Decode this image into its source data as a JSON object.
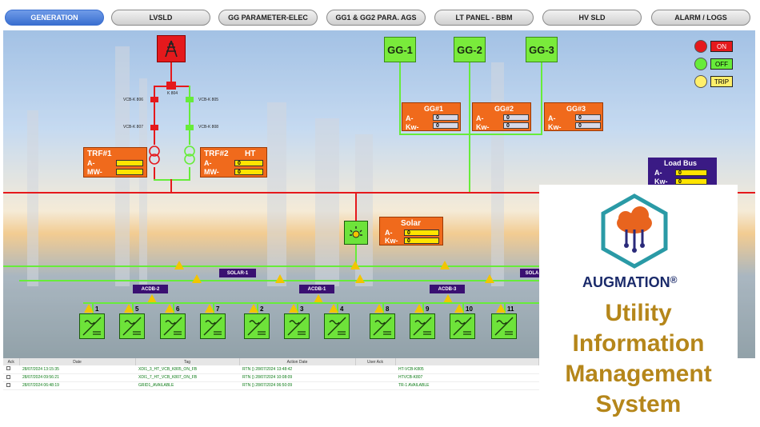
{
  "tabs": [
    "GENERATION",
    "LVSLD",
    "GG PARAMETER-ELEC",
    "GG1 & GG2 PARA. AGS",
    "LT PANEL - BBM",
    "HV SLD",
    "ALARM / LOGS"
  ],
  "legend": [
    {
      "label": "ON",
      "color": "#e5191c"
    },
    {
      "label": "OFF",
      "color": "#67ec3a"
    },
    {
      "label": "TRIP",
      "color": "#ffef6b"
    }
  ],
  "breakers": {
    "k804": "K 804",
    "k806": "VCB-K 806",
    "k805": "VCB-K 805",
    "k807": "VCB-K 807",
    "k808": "VCB-K 808"
  },
  "trf1": {
    "title": "TRF#1",
    "a": "A-",
    "mw": "MW-"
  },
  "trf2": {
    "title": "TRF#2",
    "ht": "HT",
    "a": "A-",
    "mw": "MW-",
    "a_val": "0",
    "mw_val": "0"
  },
  "gg_labels": [
    "GG-1",
    "GG-2",
    "GG-3"
  ],
  "gg_meters": [
    {
      "title": "GG#1",
      "a": "A-",
      "kw": "Kw-",
      "a_val": "0",
      "kw_val": "0"
    },
    {
      "title": "GG#2",
      "a": "A-",
      "kw": "Kw-",
      "a_val": "0",
      "kw_val": "0"
    },
    {
      "title": "GG#3",
      "a": "A-",
      "kw": "Kw-",
      "a_val": "0",
      "kw_val": "0"
    }
  ],
  "load_bus": {
    "title": "Load Bus",
    "a": "A-",
    "kw": "Kw-",
    "a_val": "0",
    "kw_val": "0"
  },
  "solar": {
    "title": "Solar",
    "a": "A-",
    "kw": "Kw-",
    "a_val": "0",
    "kw_val": "0"
  },
  "solar_tags": [
    "SOLAR-1",
    "SOLA"
  ],
  "acdb_tags": [
    "ACDB-2",
    "ACDB-1",
    "ACDB-3"
  ],
  "inverter_numbers": [
    "1",
    "5",
    "6",
    "7",
    "2",
    "3",
    "4",
    "8",
    "9",
    "10",
    "11"
  ],
  "log": {
    "headers": [
      "Ack",
      "Date",
      "Tag",
      "Action Date",
      "User Ack",
      ""
    ],
    "rows": [
      {
        "date": "28/07/2024 13:15:35",
        "tag": "XDI1_3_HT_VCB_K805_ON_FB",
        "action": "RTN () 28/07/2024 13:48:42",
        "user": "",
        "msg": "HT-VCB-K805"
      },
      {
        "date": "28/07/2024 09:56:21",
        "tag": "XDI1_7_HT_VCB_K807_ON_FB",
        "action": "RTN () 28/07/2024 10:08:09",
        "user": "",
        "msg": "HTVCB-K807"
      },
      {
        "date": "28/07/2024 06:48:19",
        "tag": "GRID1_AVAILABLE",
        "action": "RTN () 28/07/2024 06:50:09",
        "user": "",
        "msg": "TR-1 AVAILABLE"
      }
    ]
  },
  "brand": {
    "name": "AUGMATION",
    "reg": "®",
    "line1": "Utility",
    "line2": "Information",
    "line3": "Management",
    "line4": "System",
    "color": "#b5861a"
  }
}
